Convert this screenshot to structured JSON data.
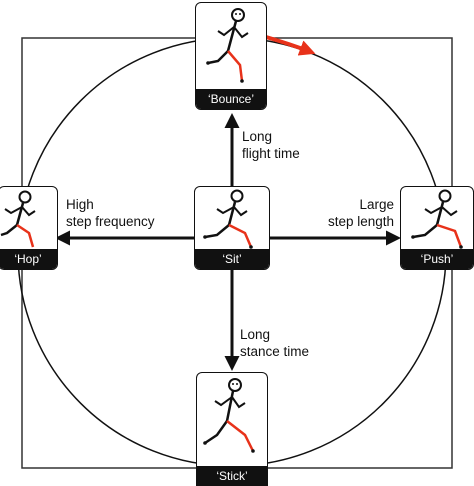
{
  "cards": {
    "bounce": {
      "label": "‘Bounce’"
    },
    "hop": {
      "label": "‘Hop’"
    },
    "sit": {
      "label": "‘Sit’"
    },
    "push": {
      "label": "‘Push’"
    },
    "stick": {
      "label": "‘Stick’"
    }
  },
  "axes": {
    "up": {
      "line1": "Long",
      "line2": "flight time"
    },
    "left": {
      "line1": "High",
      "line2": "step frequency"
    },
    "right": {
      "line1": "Large",
      "line2": "step length"
    },
    "down": {
      "line1": "Long",
      "line2": "stance time"
    }
  },
  "colors": {
    "accent": "#e8321a",
    "ink": "#111111"
  }
}
